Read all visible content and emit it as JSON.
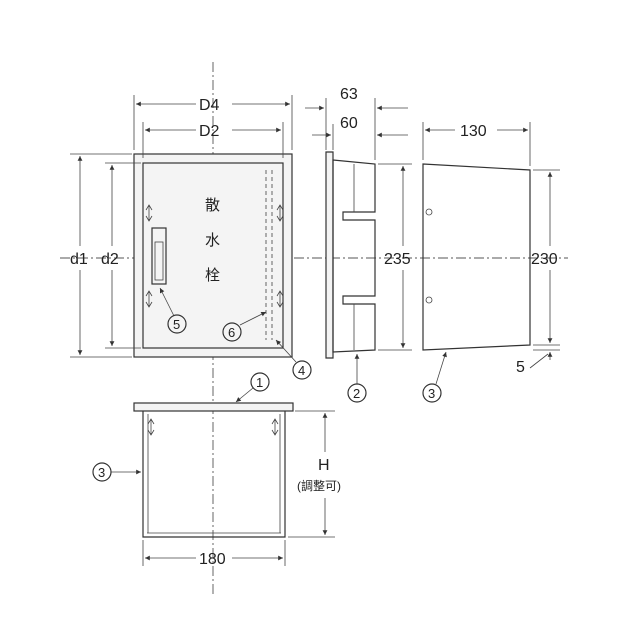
{
  "dimensions": {
    "d4": "D4",
    "d2": "D2",
    "d1": "d1",
    "d2_lower": "d2",
    "dim_63": "63",
    "dim_60": "60",
    "dim_130": "130",
    "dim_235": "235",
    "dim_230": "230",
    "dim_5": "5",
    "dim_180": "180",
    "dim_h": "H",
    "dim_h_note": "(調整可)"
  },
  "lid_label": [
    "散",
    "水",
    "栓"
  ],
  "callouts": {
    "c1": "1",
    "c2": "2",
    "c3_side": "3",
    "c3_front": "3",
    "c4": "4",
    "c5": "5",
    "c6": "6"
  }
}
